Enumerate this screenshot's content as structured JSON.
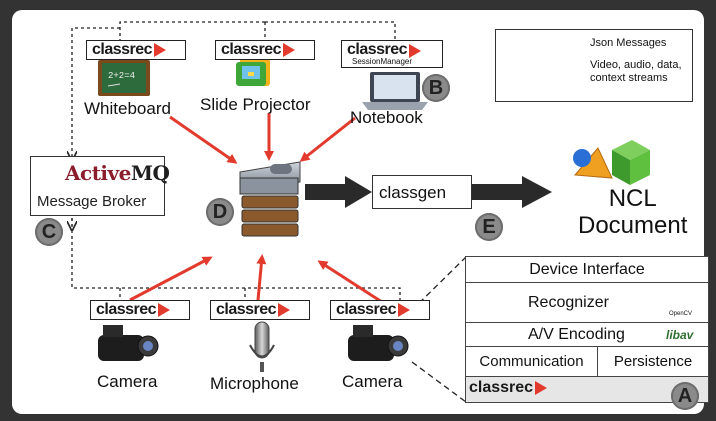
{
  "legend": {
    "json_messages": "Json Messages",
    "streams_line1": "Video, audio, data,",
    "streams_line2": "context streams"
  },
  "classrec_label": "classrec",
  "devices": {
    "whiteboard": "Whiteboard",
    "slide_projector": "Slide Projector",
    "notebook": "Notebook",
    "notebook_sub": "SessionManager",
    "camera_left": "Camera",
    "microphone": "Microphone",
    "camera_right": "Camera",
    "whiteboard_formula": "2+2=4"
  },
  "broker": {
    "logo_part1": "Active",
    "logo_part2": "MQ",
    "label": "Message Broker"
  },
  "classgen": "classgen",
  "ncl": {
    "line1": "NCL",
    "line2": "Document"
  },
  "stack": {
    "device_interface": "Device Interface",
    "recognizer": "Recognizer",
    "opencv": "OpenCV",
    "av_encoding": "A/V Encoding",
    "libav": "libav",
    "communication": "Communication",
    "persistence": "Persistence"
  },
  "markers": {
    "a": "A",
    "b": "B",
    "c": "C",
    "d": "D",
    "e": "E"
  },
  "colors": {
    "red_arrow": "#e23b2e",
    "dark_arrow": "#333333",
    "frame": "#333333",
    "marker": "#8a8a8a"
  }
}
